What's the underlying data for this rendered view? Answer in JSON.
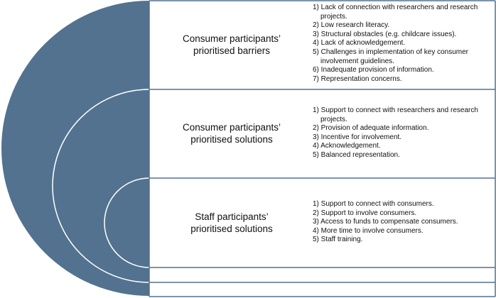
{
  "colors": {
    "fill": "#52728f",
    "border": "#52728f"
  },
  "sections": [
    {
      "title_line1": "Consumer participants’",
      "title_line2": "prioritised barriers",
      "items": [
        "1) Lack of connection with researchers and research projects.",
        "2) Low research literacy.",
        "3) Structural obstacles (e.g. childcare issues).",
        "4) Lack of acknowledgement.",
        "5) Challenges in implementation of key consumer involvement guidelines.",
        "6) Inadequate provision of information.",
        "7) Representation concerns."
      ]
    },
    {
      "title_line1": "Consumer participants’",
      "title_line2": "prioritised solutions",
      "items": [
        "1) Support to connect with researchers and research projects.",
        "2) Provision of adequate information.",
        "3) Incentive for involvement.",
        "4) Acknowledgement.",
        "5) Balanced representation."
      ]
    },
    {
      "title_line1": "Staff participants’",
      "title_line2": "prioritised solutions",
      "items": [
        "1) Support to connect with consumers.",
        "2) Support to involve consumers.",
        "3) Access to funds to compensate consumers.",
        "4) More time to involve consumers.",
        "5) Staff training."
      ]
    }
  ]
}
